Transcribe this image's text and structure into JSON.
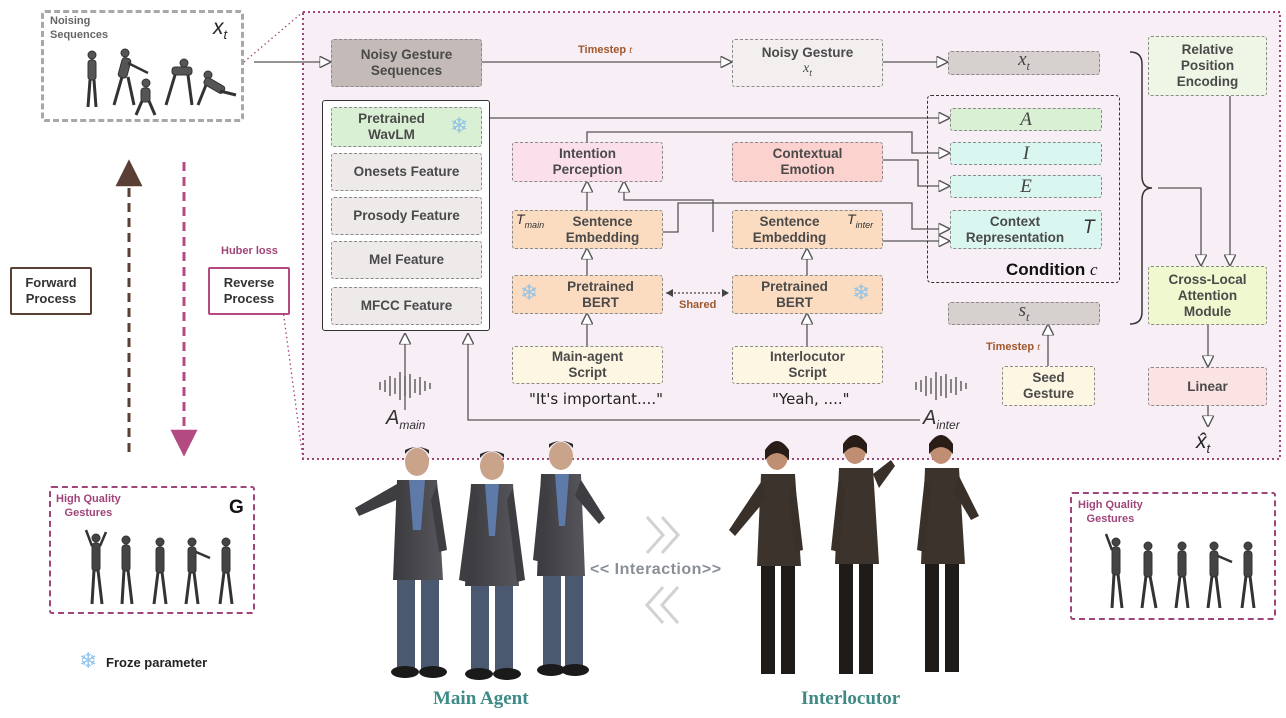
{
  "top_left": {
    "label": "Noising\nSequences",
    "symbol": "x",
    "sub": "t"
  },
  "forward_process": "Forward\nProcess",
  "reverse_process": "Reverse\nProcess",
  "huber_loss": "Huber loss",
  "hq_left": {
    "label": "High Quality\nGestures",
    "badge": "G"
  },
  "hq_right": {
    "label": "High Quality\nGestures"
  },
  "froze": "Froze parameter",
  "panel": {
    "noisy_seq": "Noisy Gesture\nSequences",
    "timestep_label": "Timestep",
    "timestep_var": "t",
    "noisy_gesture": "Noisy Gesture",
    "noisy_gesture_var": "x",
    "noisy_gesture_sub": "t",
    "xt_bar": "x",
    "xt_sub": "t",
    "rel_pos": "Relative\nPosition\nEncoding",
    "wavlm": "Pretrained\nWavLM",
    "onsets": "Onesets Feature",
    "prosody": "Prosody Feature",
    "mel": "Mel Feature",
    "mfcc": "MFCC Feature",
    "intention": "Intention\nPerception",
    "emotion": "Contextual\nEmotion",
    "sent_main": "Sentence\nEmbedding",
    "sent_main_var": "T",
    "sent_main_sub": "main",
    "sent_inter": "Sentence\nEmbedding",
    "sent_inter_var": "T",
    "sent_inter_sub": "inter",
    "bert_main": "Pretrained\nBERT",
    "bert_inter": "Pretrained\nBERT",
    "shared": "Shared",
    "main_script": "Main-agent\nScript",
    "inter_script": "Interlocutor\nScript",
    "quote_main": "\"It's important....\"",
    "quote_inter": "\"Yeah, ....\"",
    "a_main": "A",
    "a_main_sub": "main",
    "a_inter": "A",
    "a_inter_sub": "inter",
    "cond_A": "A",
    "cond_I": "I",
    "cond_E": "E",
    "context_repr": "Context\nRepresentation",
    "cond_T": "T",
    "condition": "Condition",
    "condition_var": "c",
    "st_bar": "s",
    "st_sub": "t",
    "timestep2_label": "Timestep",
    "timestep2_var": "t",
    "seed": "Seed\nGesture",
    "cross_local": "Cross-Local\nAttention\nModule",
    "linear": "Linear",
    "xhat": "x̂",
    "xhat_sub": "t"
  },
  "interaction": "<< Interaction>>",
  "main_agent": "Main Agent",
  "interlocutor": "Interlocutor",
  "colors": {
    "panel_border": "#a0457a",
    "panel_bg": "#f7eef6",
    "forward": "#5a4034",
    "reverse": "#b34a82",
    "orange_box": "#fbdcc0",
    "pink_box": "#fbe0ec",
    "red_box": "#fcd2cf",
    "green_box": "#daf0d4",
    "cyan_box": "#d9f7f0",
    "yellow_box": "#fdf6e2",
    "lime_box": "#f0f8cf",
    "gray_box": "#d6d0cf",
    "teal_text": "#3d8a86"
  }
}
